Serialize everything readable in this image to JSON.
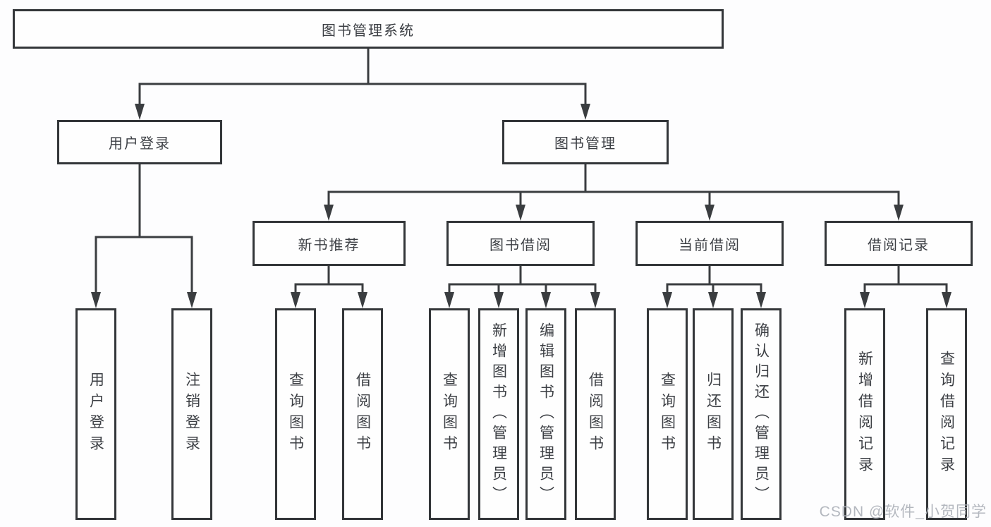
{
  "diagram": {
    "title": "图书管理系统",
    "root": {
      "label": "图书管理系统"
    },
    "level2": {
      "user_login": {
        "label": "用户登录"
      },
      "book_management": {
        "label": "图书管理"
      }
    },
    "level3": {
      "new_book_recommend": {
        "label": "新书推荐"
      },
      "book_borrow": {
        "label": "图书借阅"
      },
      "current_borrow": {
        "label": "当前借阅"
      },
      "borrow_records": {
        "label": "借阅记录"
      }
    },
    "leaves": [
      "用户登录",
      "注销登录",
      "查询图书",
      "借阅图书",
      "查询图书",
      "新增图书（管理员）",
      "编辑图书（管理员）",
      "借阅图书",
      "查询图书",
      "归还图书",
      "确认归还（管理员）",
      "新增借阅记录",
      "查询借阅记录"
    ]
  },
  "watermark": {
    "text": "CSDN @软件_小贺同学"
  },
  "colors": {
    "line": "#3a3d40",
    "box_border": "#333639",
    "text": "#3c3f44",
    "background": "#fdfdfe",
    "watermark": "#aeb2ba"
  }
}
